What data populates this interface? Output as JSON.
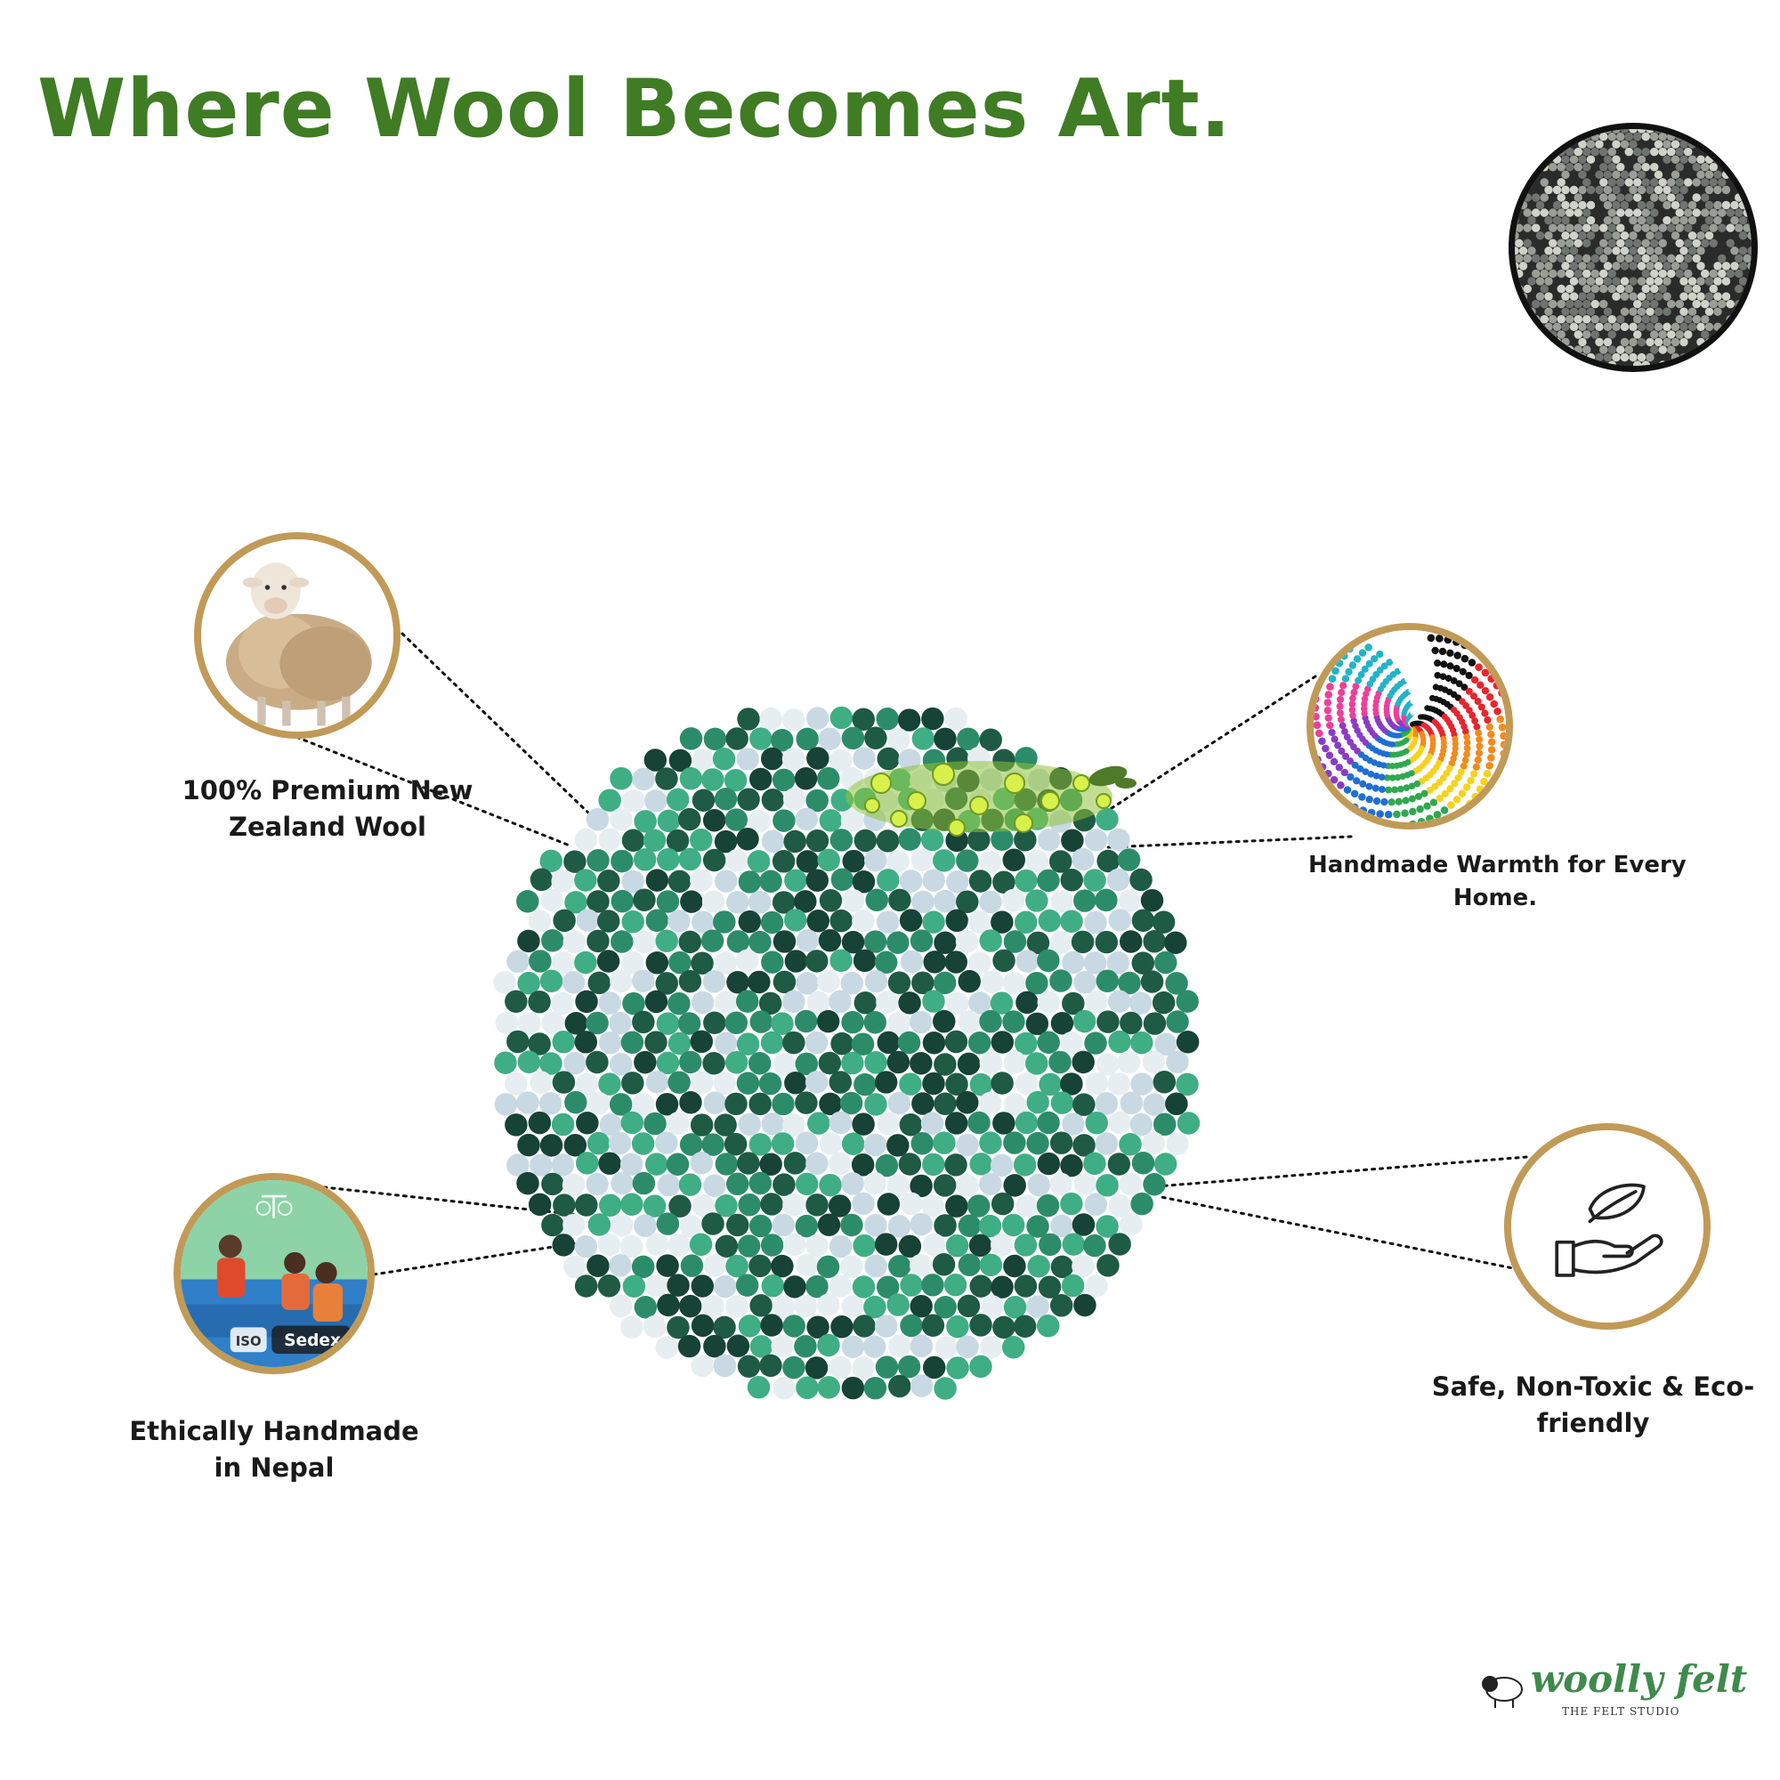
{
  "headline": "Where Wool Becomes Art.",
  "features": [
    {
      "label_line1": "100% Premium New",
      "label_line2": "Zealand Wool",
      "icon": "sheep-icon"
    },
    {
      "label_line1": "Handmade Warmth for Every",
      "label_line2": "Home.",
      "icon": "colorful-spiral-rug-icon"
    },
    {
      "label_line1": "Ethically Handmade",
      "label_line2": "in Nepal",
      "icon": "artisans-photo-icon"
    },
    {
      "label_line1": "Safe, Non-Toxic & Eco-",
      "label_line2": "friendly",
      "icon": "hand-leaf-icon"
    }
  ],
  "badge_texts": {
    "iso": "ISO",
    "sedex": "Sedex"
  },
  "brand": {
    "name": "woolly felt",
    "tagline": "THE FELT STUDIO"
  },
  "colors": {
    "headline": "#3f7c24",
    "badge_ring": "#c19a57",
    "rug_palette": [
      "#1e5a44",
      "#2c8c6a",
      "#3fae84",
      "#e6eef2",
      "#c9d9e3",
      "#174236"
    ],
    "swatch_palette": [
      "#2b2b2b",
      "#cfd2c8",
      "#6f7470",
      "#9a9e96"
    ]
  }
}
